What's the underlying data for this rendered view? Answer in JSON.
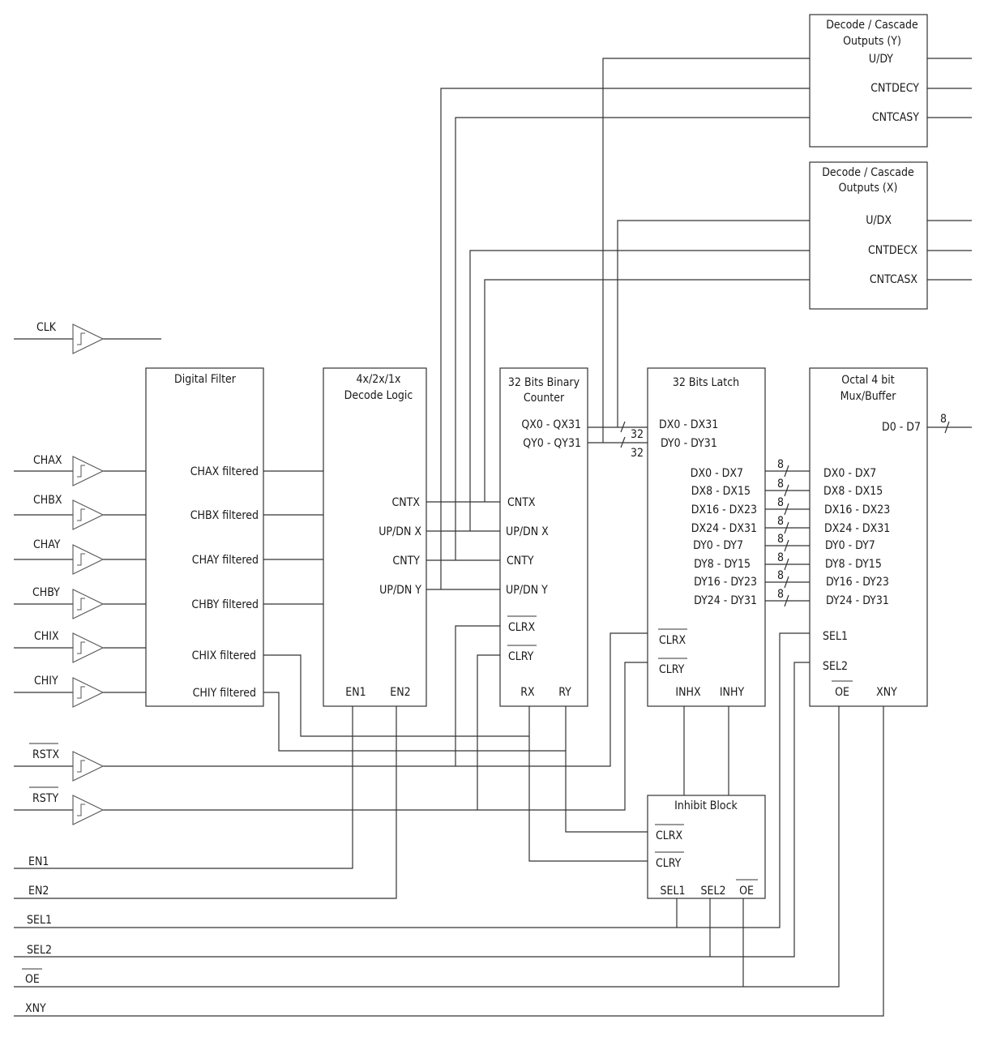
{
  "blocks": {
    "decode_cascade_y": {
      "title": [
        "Decode / Cascade",
        "Outputs (Y)"
      ],
      "pins": [
        "U/DY",
        "CNTDECY",
        "CNTCASY"
      ]
    },
    "decode_cascade_x": {
      "title": [
        "Decode / Cascade",
        "Outputs (X)"
      ],
      "pins": [
        "U/DX",
        "CNTDECX",
        "CNTCASX"
      ]
    },
    "digital_filter": {
      "title": [
        "Digital Filter"
      ],
      "pins": [
        "CHAX filtered",
        "CHBX filtered",
        "CHAY filtered",
        "CHBY filtered",
        "CHIX filtered",
        "CHIY filtered"
      ]
    },
    "decode_logic": {
      "title": [
        "4x/2x/1x",
        "Decode Logic"
      ],
      "pins": [
        "CNTX",
        "UP/DN X",
        "CNTY",
        "UP/DN Y",
        "EN1",
        "EN2"
      ]
    },
    "binary_counter": {
      "title": [
        "32 Bits Binary",
        "Counter"
      ],
      "pins": [
        "QX0 - QX31",
        "QY0 - QY31",
        "CNTX",
        "UP/DN X",
        "CNTY",
        "UP/DN Y",
        "CLRX",
        "CLRY",
        "RX",
        "RY"
      ]
    },
    "latch": {
      "title": [
        "32 Bits Latch"
      ],
      "pins": [
        "DX0 - DX31",
        "DY0 - DY31",
        "DX0 - DX7",
        "DX8 - DX15",
        "DX16 - DX23",
        "DX24 - DX31",
        "DY0 - DY7",
        "DY8 - DY15",
        "DY16 - DY23",
        "DY24 - DY31",
        "CLRX",
        "CLRY",
        "INHX",
        "INHY"
      ]
    },
    "mux_buffer": {
      "title": [
        "Octal 4 bit",
        "Mux/Buffer"
      ],
      "pins": [
        "D0 - D7",
        "DX0 - DX7",
        "DX8 - DX15",
        "DX16 - DX23",
        "DX24 - DX31",
        "DY0 - DY7",
        "DY8 - DY15",
        "DY16 - DY23",
        "DY24 - DY31",
        "SEL1",
        "SEL2",
        "OE",
        "XNY"
      ]
    },
    "inhibit_block": {
      "title": [
        "Inhibit Block"
      ],
      "pins": [
        "CLRX",
        "CLRY",
        "SEL1",
        "SEL2",
        "OE"
      ]
    }
  },
  "inputs": [
    "CLK",
    "CHAX",
    "CHBX",
    "CHAY",
    "CHBY",
    "CHIX",
    "CHIY",
    "RSTX",
    "RSTY",
    "EN1",
    "EN2",
    "SEL1",
    "SEL2",
    "OE",
    "XNY"
  ],
  "bus_widths": {
    "latch_in": [
      "32",
      "32"
    ],
    "byte_bus": "8",
    "data_out": "8"
  }
}
